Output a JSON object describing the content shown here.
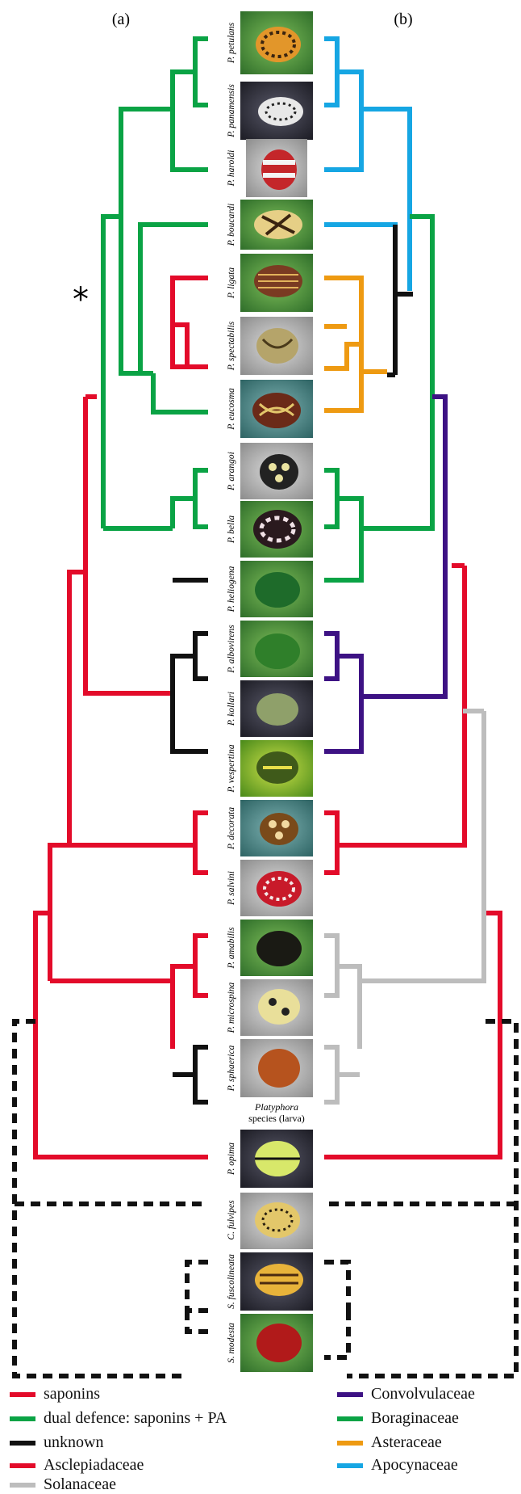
{
  "panels": {
    "a": "(a)",
    "b": "(b)"
  },
  "asterisk": "*",
  "colors": {
    "saponins": "#e30b2a",
    "dual": "#0aa345",
    "unknown": "#111111",
    "asclepiadaceae": "#e30b2a",
    "solanaceae": "#bdbdbd",
    "convolvulaceae": "#3d1284",
    "boraginaceae": "#0aa345",
    "asteraceae": "#ee9a12",
    "apocynaceae": "#16a6e3"
  },
  "species": [
    {
      "name": "P. petulans"
    },
    {
      "name": "P. panamensis"
    },
    {
      "name": "P. haroldi"
    },
    {
      "name": "P. boucardi"
    },
    {
      "name": "P. ligata"
    },
    {
      "name": "P. spectabilis"
    },
    {
      "name": "P. eucosma"
    },
    {
      "name": "P. arangoi"
    },
    {
      "name": "P. bella"
    },
    {
      "name": "P. heliogena"
    },
    {
      "name": "P. albovirens"
    },
    {
      "name": "P. kollari"
    },
    {
      "name": "P. vespertina"
    },
    {
      "name": "P. decorata"
    },
    {
      "name": "P. salvini"
    },
    {
      "name": "P. amabilis"
    },
    {
      "name": "P. microspina"
    },
    {
      "name": "P. sphaerica"
    },
    {
      "name": "P. opima"
    },
    {
      "name": "C. fulvipes"
    },
    {
      "name": "S. fuscolineata"
    },
    {
      "name": "S. modesta"
    }
  ],
  "larva_caption": {
    "line1": "Platyphora",
    "line2": "species (larva)"
  },
  "legend_left": [
    {
      "label": "saponins",
      "color": "#e30b2a"
    },
    {
      "label": "dual defence: saponins + PA",
      "color": "#0aa345"
    },
    {
      "label": "unknown",
      "color": "#111111"
    },
    {
      "label": "Asclepiadaceae",
      "color": "#e30b2a"
    },
    {
      "label": "Solanaceae",
      "color": "#bdbdbd"
    }
  ],
  "legend_right": [
    {
      "label": "Convolvulaceae",
      "color": "#3d1284"
    },
    {
      "label": "Boraginaceae",
      "color": "#0aa345"
    },
    {
      "label": "Asteraceae",
      "color": "#ee9a12"
    },
    {
      "label": "Apocynaceae",
      "color": "#16a6e3"
    }
  ]
}
